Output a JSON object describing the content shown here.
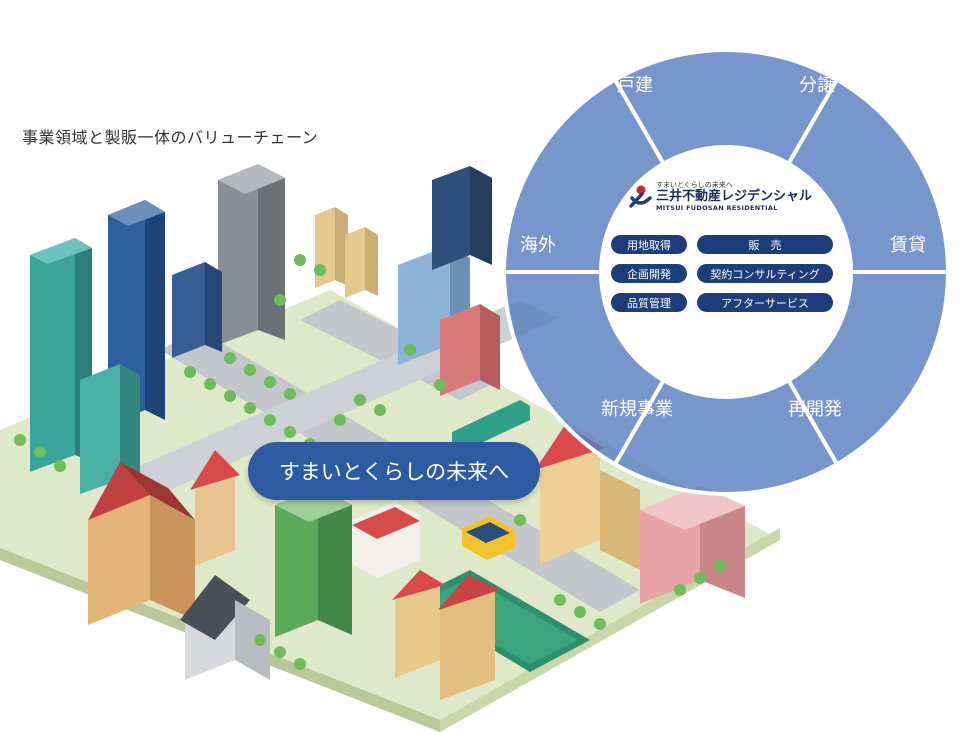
{
  "heading": "事業領域と製販一体のバリューチェーン",
  "tagline": "すまいとくらしの未来へ",
  "segments": [
    "戸建",
    "分譲",
    "賃貸",
    "再開発",
    "新規事業",
    "海外"
  ],
  "logo": {
    "tagline": "すまいとくらしの未来へ",
    "name": "三井不動産レジデンシャル",
    "name_en": "MITSUI FUDOSAN RESIDENTIAL"
  },
  "functions": [
    "用地取得",
    "販　売",
    "企画開発",
    "契約コンサルティング",
    "品質管理",
    "アフターサービス"
  ],
  "colors": {
    "wheel": "#5a7fbf",
    "pill": "#1e3d7b",
    "tagline_bg": "#2d5aa0",
    "logo_red": "#d0262d"
  }
}
